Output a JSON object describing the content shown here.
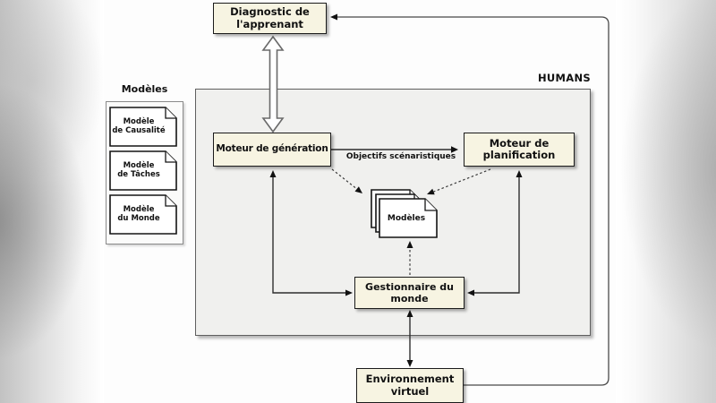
{
  "boxes": {
    "diagnostic": {
      "lines": [
        "Diagnostic de",
        "l'apprenant"
      ]
    },
    "generation": {
      "lines": [
        "Moteur de génération"
      ]
    },
    "planification": {
      "lines": [
        "Moteur de",
        "planification"
      ]
    },
    "gestionnaire": {
      "lines": [
        "Gestionnaire du",
        "monde"
      ]
    },
    "environnement": {
      "lines": [
        "Environnement",
        "virtuel"
      ]
    }
  },
  "labels": {
    "humans": "HUMANS",
    "objectifs": "Objectifs scénaristiques"
  },
  "models_stack": {
    "label": "Modèles"
  },
  "sidebar": {
    "title": "Modèles",
    "documents": [
      {
        "line1": "Modèle",
        "line2": "de Causalité"
      },
      {
        "line1": "Modèle",
        "line2": "de Tâches"
      },
      {
        "line1": "Modèle",
        "line2": "du Monde"
      }
    ]
  },
  "colors": {
    "box_fill": "#f7f4e2",
    "container_fill": "#f0f0ee",
    "line": "#2e2e2e",
    "background": "#fdfdfd"
  }
}
